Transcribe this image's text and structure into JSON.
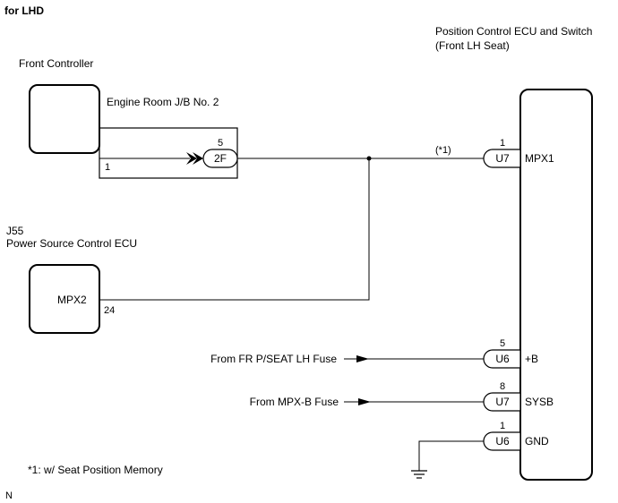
{
  "header": {
    "title": "for LHD"
  },
  "components": {
    "position_ecu": {
      "title_line1": "Position Control ECU and Switch",
      "title_line2": "(Front LH Seat)"
    },
    "front_controller": {
      "title": "Front Controller"
    },
    "engine_room_jb": {
      "title": "Engine Room J/B No. 2",
      "inner_pin": "1"
    },
    "power_source_ecu": {
      "code": "J55",
      "title": "Power Source Control ECU",
      "terminal": "MPX2",
      "pin": "24"
    }
  },
  "connectors": {
    "jb_2f": {
      "code": "2F",
      "pin": "5"
    },
    "mpx1": {
      "code": "U7",
      "pin": "1",
      "terminal": "MPX1",
      "note": "(*1)"
    },
    "plus_b": {
      "code": "U6",
      "pin": "5",
      "terminal": "+B",
      "source": "From FR P/SEAT LH Fuse"
    },
    "sysb": {
      "code": "U7",
      "pin": "8",
      "terminal": "SYSB",
      "source": "From MPX-B Fuse"
    },
    "gnd": {
      "code": "U6",
      "pin": "1",
      "terminal": "GND"
    }
  },
  "footnote": "*1: w/ Seat Position Memory",
  "corner_mark": "N"
}
